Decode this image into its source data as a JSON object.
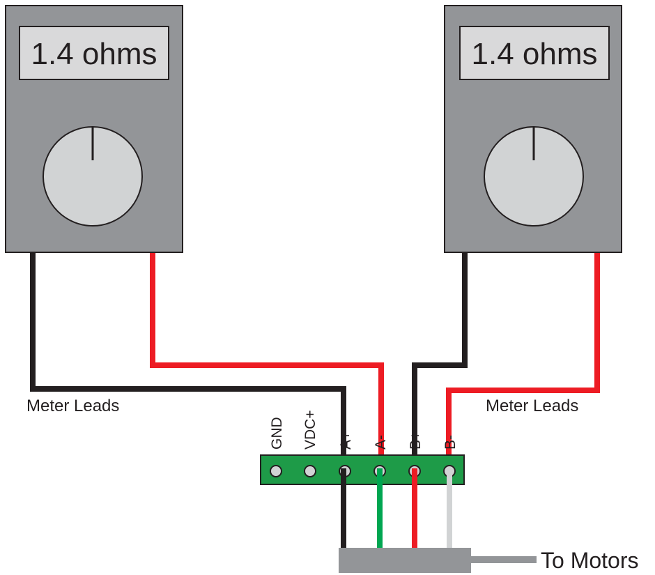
{
  "meters": [
    {
      "display": "1.4 ohms"
    },
    {
      "display": "1.4 ohms"
    }
  ],
  "labels": {
    "left_leads": "Meter Leads",
    "right_leads": "Meter Leads",
    "to_motors": "To Motors"
  },
  "terminal_pins": [
    "GND",
    "VDC+",
    "A+",
    "A-",
    "B+",
    "B-"
  ],
  "colors": {
    "meter_body": "#939598",
    "display_bg": "#d9d9da",
    "dial": "#d1d3d4",
    "board": "#1e9b48",
    "black_wire": "#231f20",
    "red_wire": "#ed1c24",
    "green_wire": "#00a651",
    "white_wire": "#d1d3d4",
    "connector": "#939598"
  }
}
